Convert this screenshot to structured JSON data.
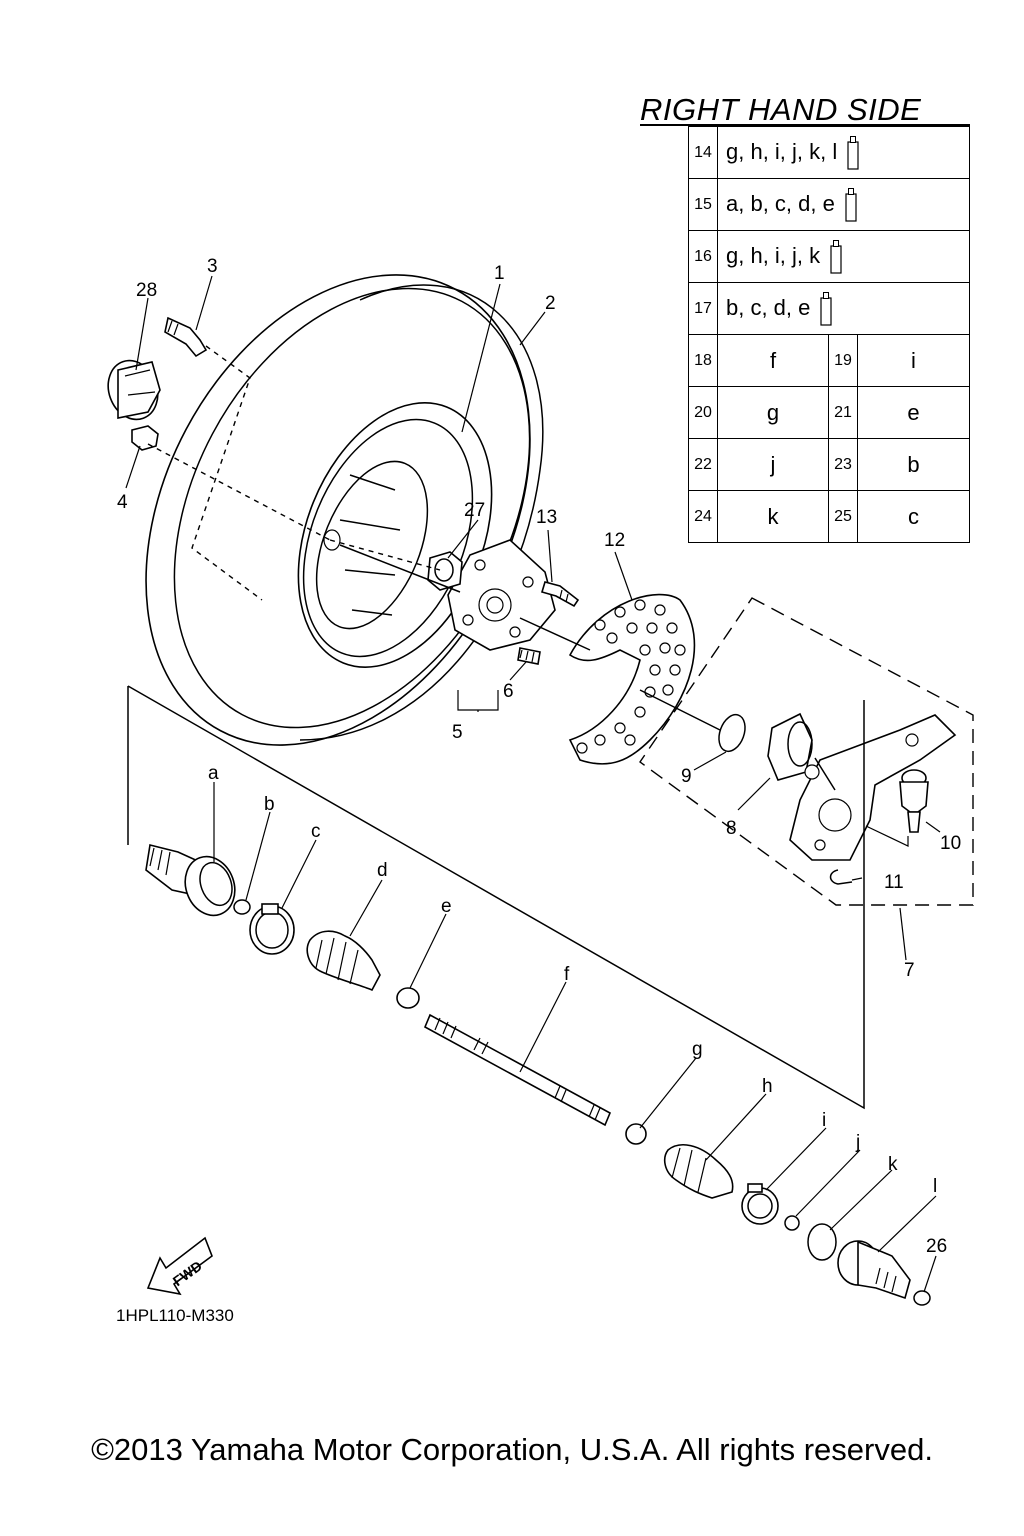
{
  "table": {
    "title": "RIGHT HAND SIDE",
    "rows_wide": [
      {
        "num": "14",
        "letters": "g, h, i, j, k, l"
      },
      {
        "num": "15",
        "letters": "a, b, c, d, e"
      },
      {
        "num": "16",
        "letters": "g, h, i, j, k"
      },
      {
        "num": "17",
        "letters": "b, c, d, e"
      }
    ],
    "rows_pair": [
      {
        "num_a": "18",
        "val_a": "f",
        "num_b": "19",
        "val_b": "i"
      },
      {
        "num_a": "20",
        "val_a": "g",
        "num_b": "21",
        "val_b": "e"
      },
      {
        "num_a": "22",
        "val_a": "j",
        "num_b": "23",
        "val_b": "b"
      },
      {
        "num_a": "24",
        "val_a": "k",
        "num_b": "25",
        "val_b": "c"
      }
    ]
  },
  "callouts": {
    "c1": "1",
    "c2": "2",
    "c3": "3",
    "c4": "4",
    "c5": "5",
    "c6": "6",
    "c7": "7",
    "c8": "8",
    "c9": "9",
    "c10": "10",
    "c11": "11",
    "c12": "12",
    "c13": "13",
    "c26": "26",
    "c27": "27",
    "c28": "28",
    "a": "a",
    "b": "b",
    "c": "c",
    "d": "d",
    "e": "e",
    "f": "f",
    "g": "g",
    "h": "h",
    "i": "i",
    "j": "j",
    "k": "k",
    "l": "l"
  },
  "fwd_label": "FWD",
  "drawing_code": "1HPL110-M330",
  "copyright": "©2013 Yamaha Motor Corporation, U.S.A. All rights reserved."
}
